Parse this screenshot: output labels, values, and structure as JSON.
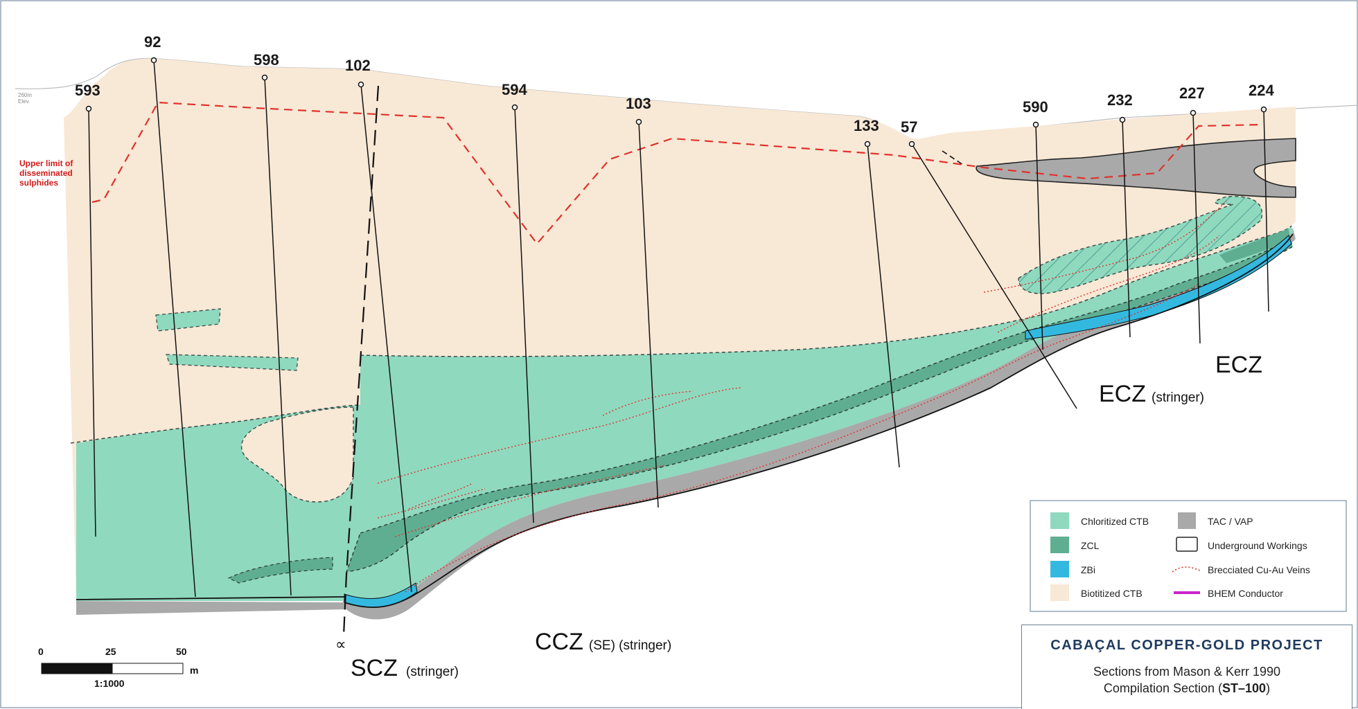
{
  "drill_holes": [
    {
      "id": "hole-593",
      "label": "593"
    },
    {
      "id": "hole-92",
      "label": "92"
    },
    {
      "id": "hole-598",
      "label": "598"
    },
    {
      "id": "hole-102",
      "label": "102"
    },
    {
      "id": "hole-594",
      "label": "594"
    },
    {
      "id": "hole-103",
      "label": "103"
    },
    {
      "id": "hole-133",
      "label": "133"
    },
    {
      "id": "hole-57",
      "label": "57"
    },
    {
      "id": "hole-590",
      "label": "590"
    },
    {
      "id": "hole-232",
      "label": "232"
    },
    {
      "id": "hole-227",
      "label": "227"
    },
    {
      "id": "hole-224",
      "label": "224"
    }
  ],
  "elevation_label": {
    "line1": "260m",
    "line2": "Elev."
  },
  "upper_limit_note": [
    "Upper limit of",
    "disseminated",
    "sulphides"
  ],
  "zones": {
    "scz": {
      "name": "SCZ",
      "sub": "(stringer)"
    },
    "ccz": {
      "name": "CCZ",
      "sub": "(SE) (stringer)"
    },
    "ecz_stringer": {
      "name": "ECZ",
      "sub": "(stringer)"
    },
    "ecz": {
      "name": "ECZ"
    }
  },
  "fault_symbol": "∝",
  "scale_bar": {
    "tick0": "0",
    "tick25": "25",
    "tick50": "50",
    "unit": "m",
    "ratio": "1:1000"
  },
  "legend": {
    "items": [
      {
        "label": "Chloritized CTB",
        "color": "#8fd9bf"
      },
      {
        "label": "ZCL",
        "color": "#5fae92"
      },
      {
        "label": "ZBi",
        "color": "#33b9e0"
      },
      {
        "label": "Biotitized CTB",
        "color": "#f8e8d6"
      },
      {
        "label": "TAC / VAP",
        "color": "#a9a9a9"
      },
      {
        "label": "Underground Workings",
        "color": "#ffffff"
      },
      {
        "label": "Brecciated Cu-Au Veins",
        "color": "#e0322c"
      },
      {
        "label": "BHEM Conductor",
        "color": "#cc22cc"
      }
    ]
  },
  "title_block": {
    "title": "CABAÇAL COPPER-GOLD PROJECT",
    "line1": "Sections from Mason & Kerr 1990",
    "line2_prefix": "Compilation Section (",
    "line2_bold": "ST–100",
    "line2_suffix": ")"
  }
}
